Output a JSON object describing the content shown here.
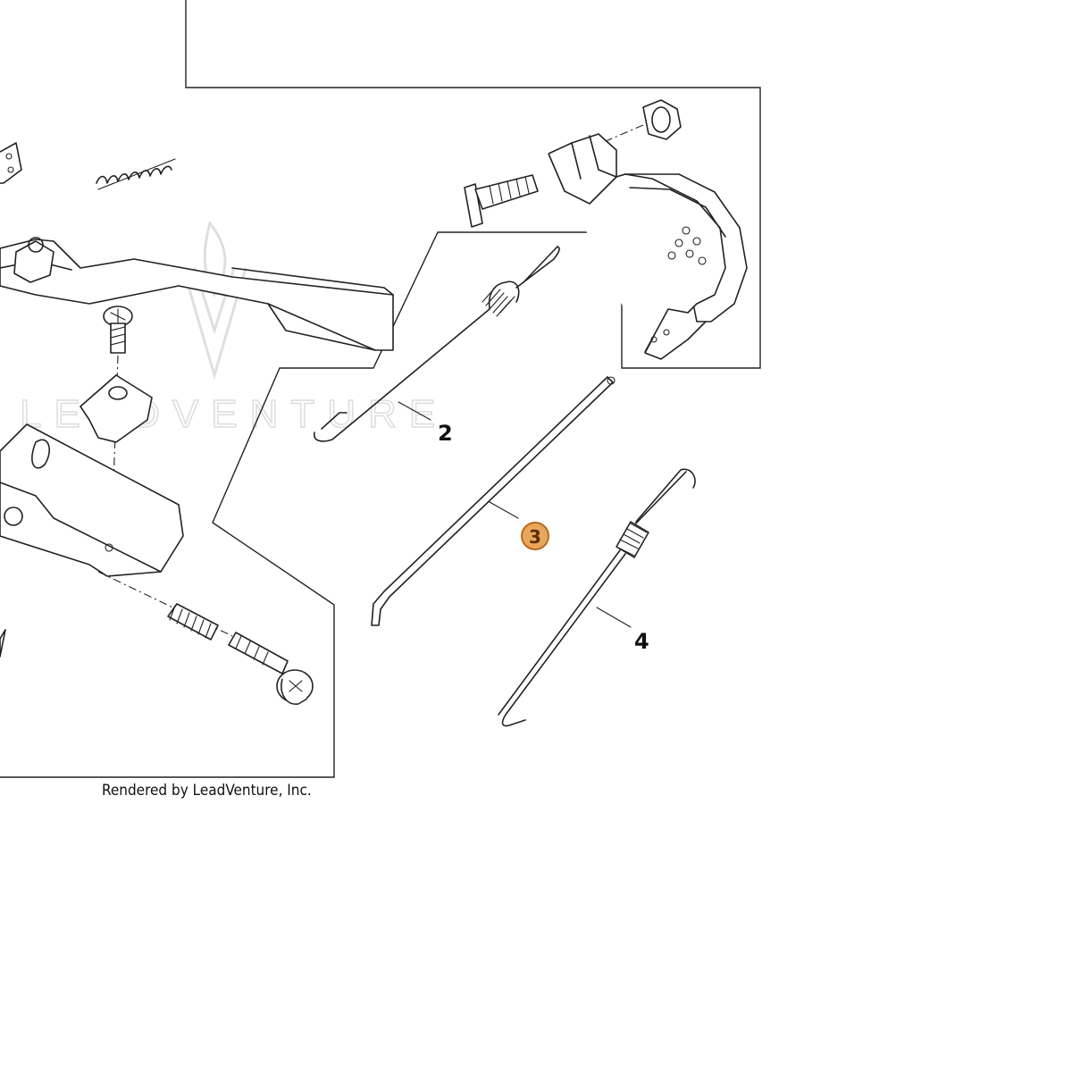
{
  "callouts": {
    "part_2": "2",
    "part_3": "3",
    "part_4": "4"
  },
  "selected_callout": "3",
  "colors": {
    "selected_badge_fill": "#e8a65c",
    "selected_badge_stroke": "#b86a1e",
    "line": "#222222",
    "watermark": "#d9d9d9"
  },
  "watermark": {
    "text": "LEADVENTURE"
  },
  "credit": "Rendered by LeadVenture, Inc."
}
